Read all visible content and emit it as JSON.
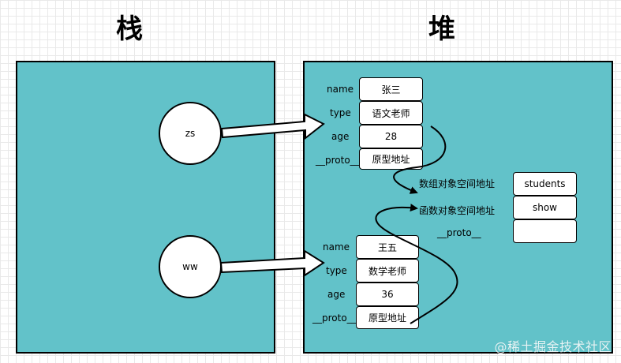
{
  "headers": {
    "stack": "栈",
    "heap": "堆"
  },
  "stack_vars": [
    {
      "name": "zs"
    },
    {
      "name": "ww"
    }
  ],
  "object_zs": {
    "fields": [
      {
        "key": "name",
        "value": "张三"
      },
      {
        "key": "type",
        "value": "语文老师"
      },
      {
        "key": "age",
        "value": "28"
      },
      {
        "key": "__proto__",
        "value": "原型地址"
      }
    ]
  },
  "object_ww": {
    "fields": [
      {
        "key": "name",
        "value": "王五"
      },
      {
        "key": "type",
        "value": "数学老师"
      },
      {
        "key": "age",
        "value": "36"
      },
      {
        "key": "__proto__",
        "value": "原型地址"
      }
    ]
  },
  "prototype": {
    "rows": [
      {
        "label": "数组对象空间地址",
        "value": "students"
      },
      {
        "label": "函数对象空间地址",
        "value": "show"
      },
      {
        "label": "__proto__",
        "value": ""
      }
    ]
  },
  "watermark": "@稀土掘金技术社区",
  "colors": {
    "panel": "#62c2c9",
    "border": "#000000",
    "box": "#ffffff"
  }
}
